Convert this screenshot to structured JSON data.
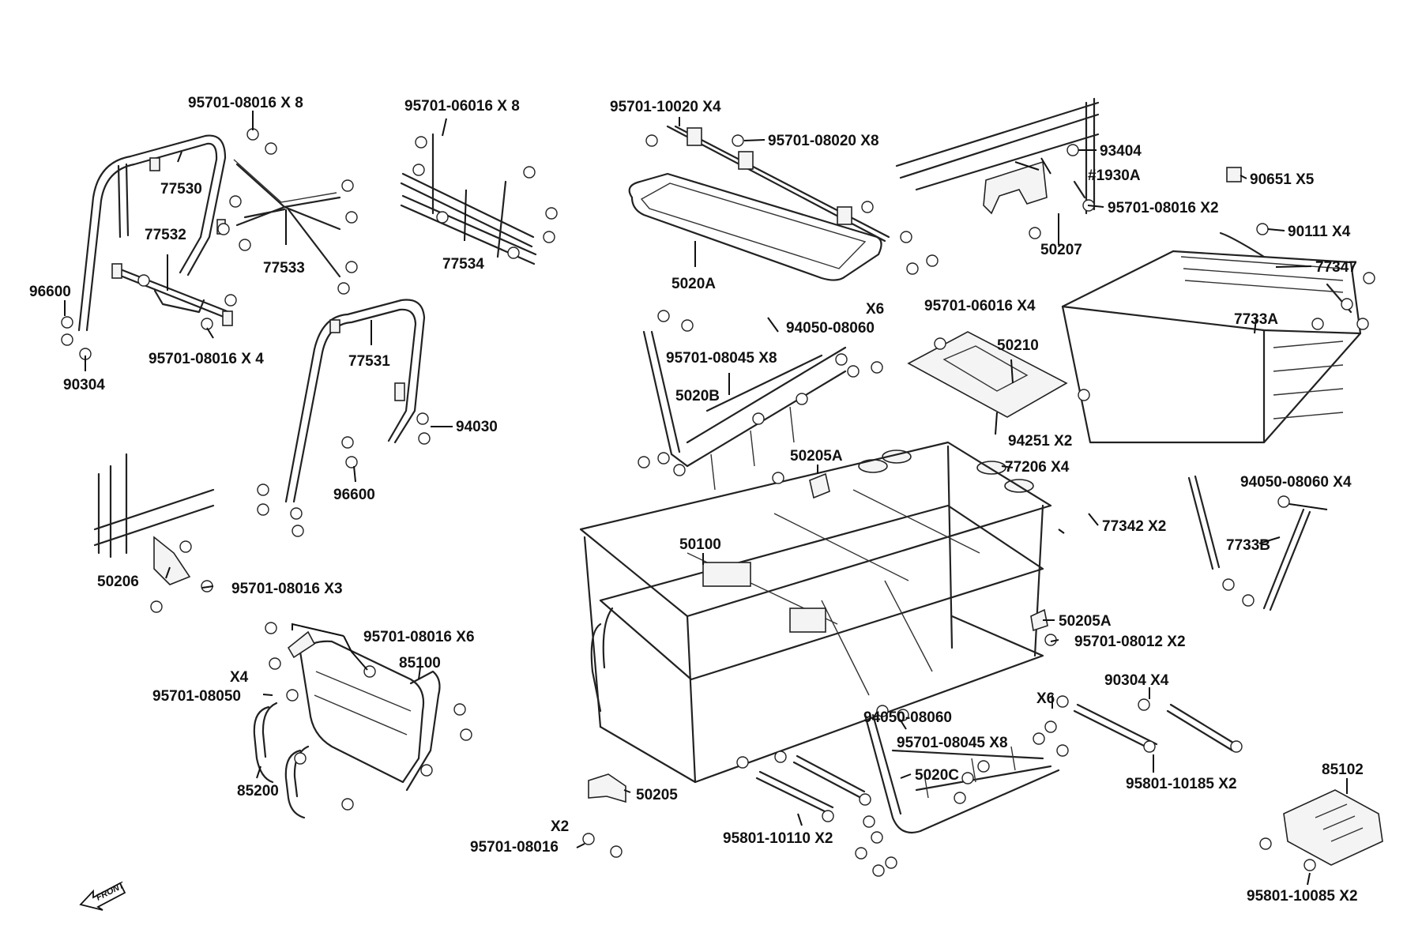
{
  "labels": {
    "l95701_08016_x8": "95701-08016 X 8",
    "l77530": "77530",
    "l77532": "77532",
    "l77533": "77533",
    "l95701_06016_x8": "95701-06016 X 8",
    "l77534": "77534",
    "l96600_a": "96600",
    "l90304_a": "90304",
    "l95701_08016_x4": "95701-08016 X 4",
    "l77531": "77531",
    "l94030": "94030",
    "l96600_b": "96600",
    "l95701_10020_x4": "95701-10020 X4",
    "l95701_08020_x8": "95701-08020 X8",
    "l5020A": "5020A",
    "l93404": "93404",
    "l1930A": "#1930A",
    "l90651_x5": "90651 X5",
    "l95701_08016_x2": "95701-08016 X2",
    "l50207": "50207",
    "l90111_x4": "90111 X4",
    "l77347": "77347",
    "l7733A": "7733A",
    "lx6_a": "X6",
    "l94050_08060_a": "94050-08060",
    "l95701_06016_x4": "95701-06016 X4",
    "l50210": "50210",
    "l95701_08045_x8_a": "95701-08045 X8",
    "l5020B": "5020B",
    "l94251_x2": "94251 X2",
    "l50205A_a": "50205A",
    "l77206_x4": "77206 X4",
    "l94050_08060_x4": "94050-08060 X4",
    "l77342_x2": "77342 X2",
    "l7733B": "7733B",
    "l50206": "50206",
    "l95701_08016_x3": "95701-08016 X3",
    "l50100": "50100",
    "l50205A_b": "50205A",
    "l95701_08012_x2": "95701-08012 X2",
    "l95701_08016_x6": "95701-08016 X6",
    "l85100": "85100",
    "lx4_a": "X4",
    "l95701_08050": "95701-08050",
    "l85200": "85200",
    "l90304_x4": "90304 X4",
    "lx6_b": "X6",
    "l94050_08060_b": "94050-08060",
    "l95701_08045_x8_b": "95701-08045 X8",
    "l5020C": "5020C",
    "l95801_10185_x2": "95801-10185 X2",
    "l50205": "50205",
    "l95801_10110_x2": "95801-10110 X2",
    "lx2": "X2",
    "l95701_08016": "95701-08016",
    "l85102": "85102",
    "l95801_10085_x2": "95801-10085 X2",
    "front": "FRONT"
  },
  "icons": {
    "front_arrow": "front-arrow-icon"
  }
}
